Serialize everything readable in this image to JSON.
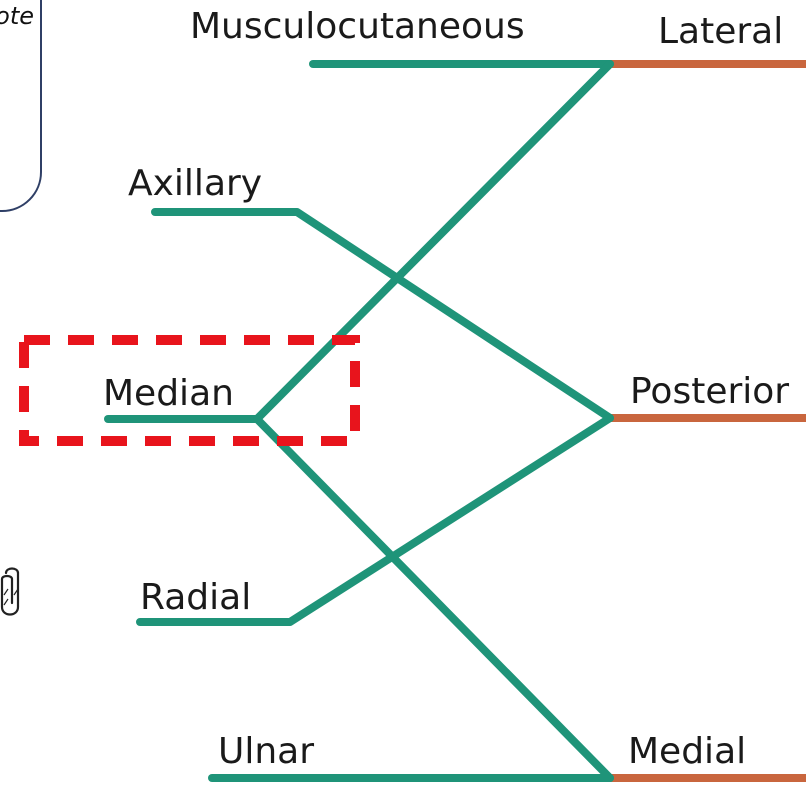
{
  "note": {
    "text": "ote"
  },
  "branches": {
    "musculocutaneous": "Musculocutaneous",
    "axillary": "Axillary",
    "median": "Median",
    "radial": "Radial",
    "ulnar": "Ulnar"
  },
  "cords": {
    "lateral": "Lateral",
    "posterior": "Posterior",
    "medial": "Medial"
  },
  "colors": {
    "nerve_line": "#1f9479",
    "cord_line": "#c9663e",
    "highlight": "#e8141c"
  },
  "icons": {
    "paperclip": "paperclip-icon"
  }
}
